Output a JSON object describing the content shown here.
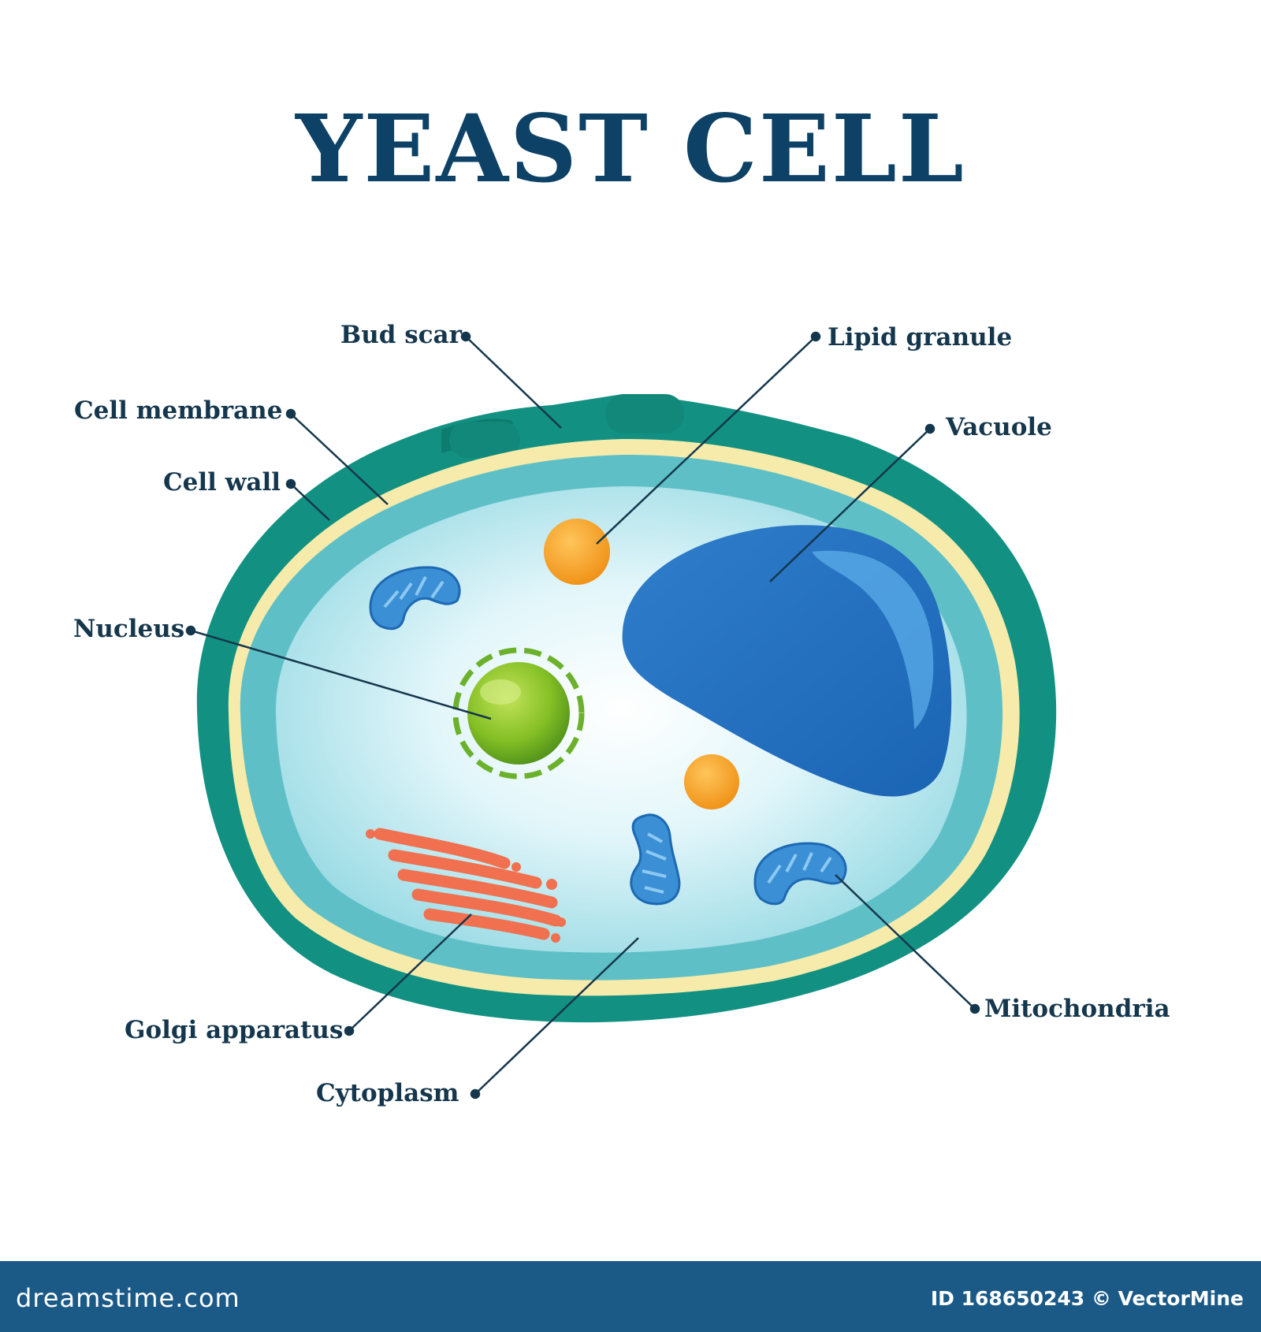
{
  "title": "YEAST CELL",
  "labels": {
    "bud_scar": "Bud scar",
    "lipid_granule": "Lipid granule",
    "cell_membrane": "Cell membrane",
    "vacuole": "Vacuole",
    "cell_wall": "Cell wall",
    "nucleus": "Nucleus",
    "golgi_apparatus": "Golgi apparatus",
    "mitochondria": "Mitochondria",
    "cytoplasm": "Cytoplasm"
  },
  "footer": {
    "brand": "dreamstime.com",
    "id_text": "ID 168650243 © VectorMine"
  },
  "colors": {
    "title": "#0d4166",
    "label": "#15374d",
    "cell_wall": "#139283",
    "cell_membrane": "#f6ebab",
    "cytoplasm": "#c6eef4",
    "vacuole": "#2a86cf",
    "nucleus": "#7cba24",
    "lipid": "#f4a125",
    "mitochondria": "#3a8fd5",
    "golgi": "#f0704f",
    "footer_bg": "#1b5a86"
  }
}
